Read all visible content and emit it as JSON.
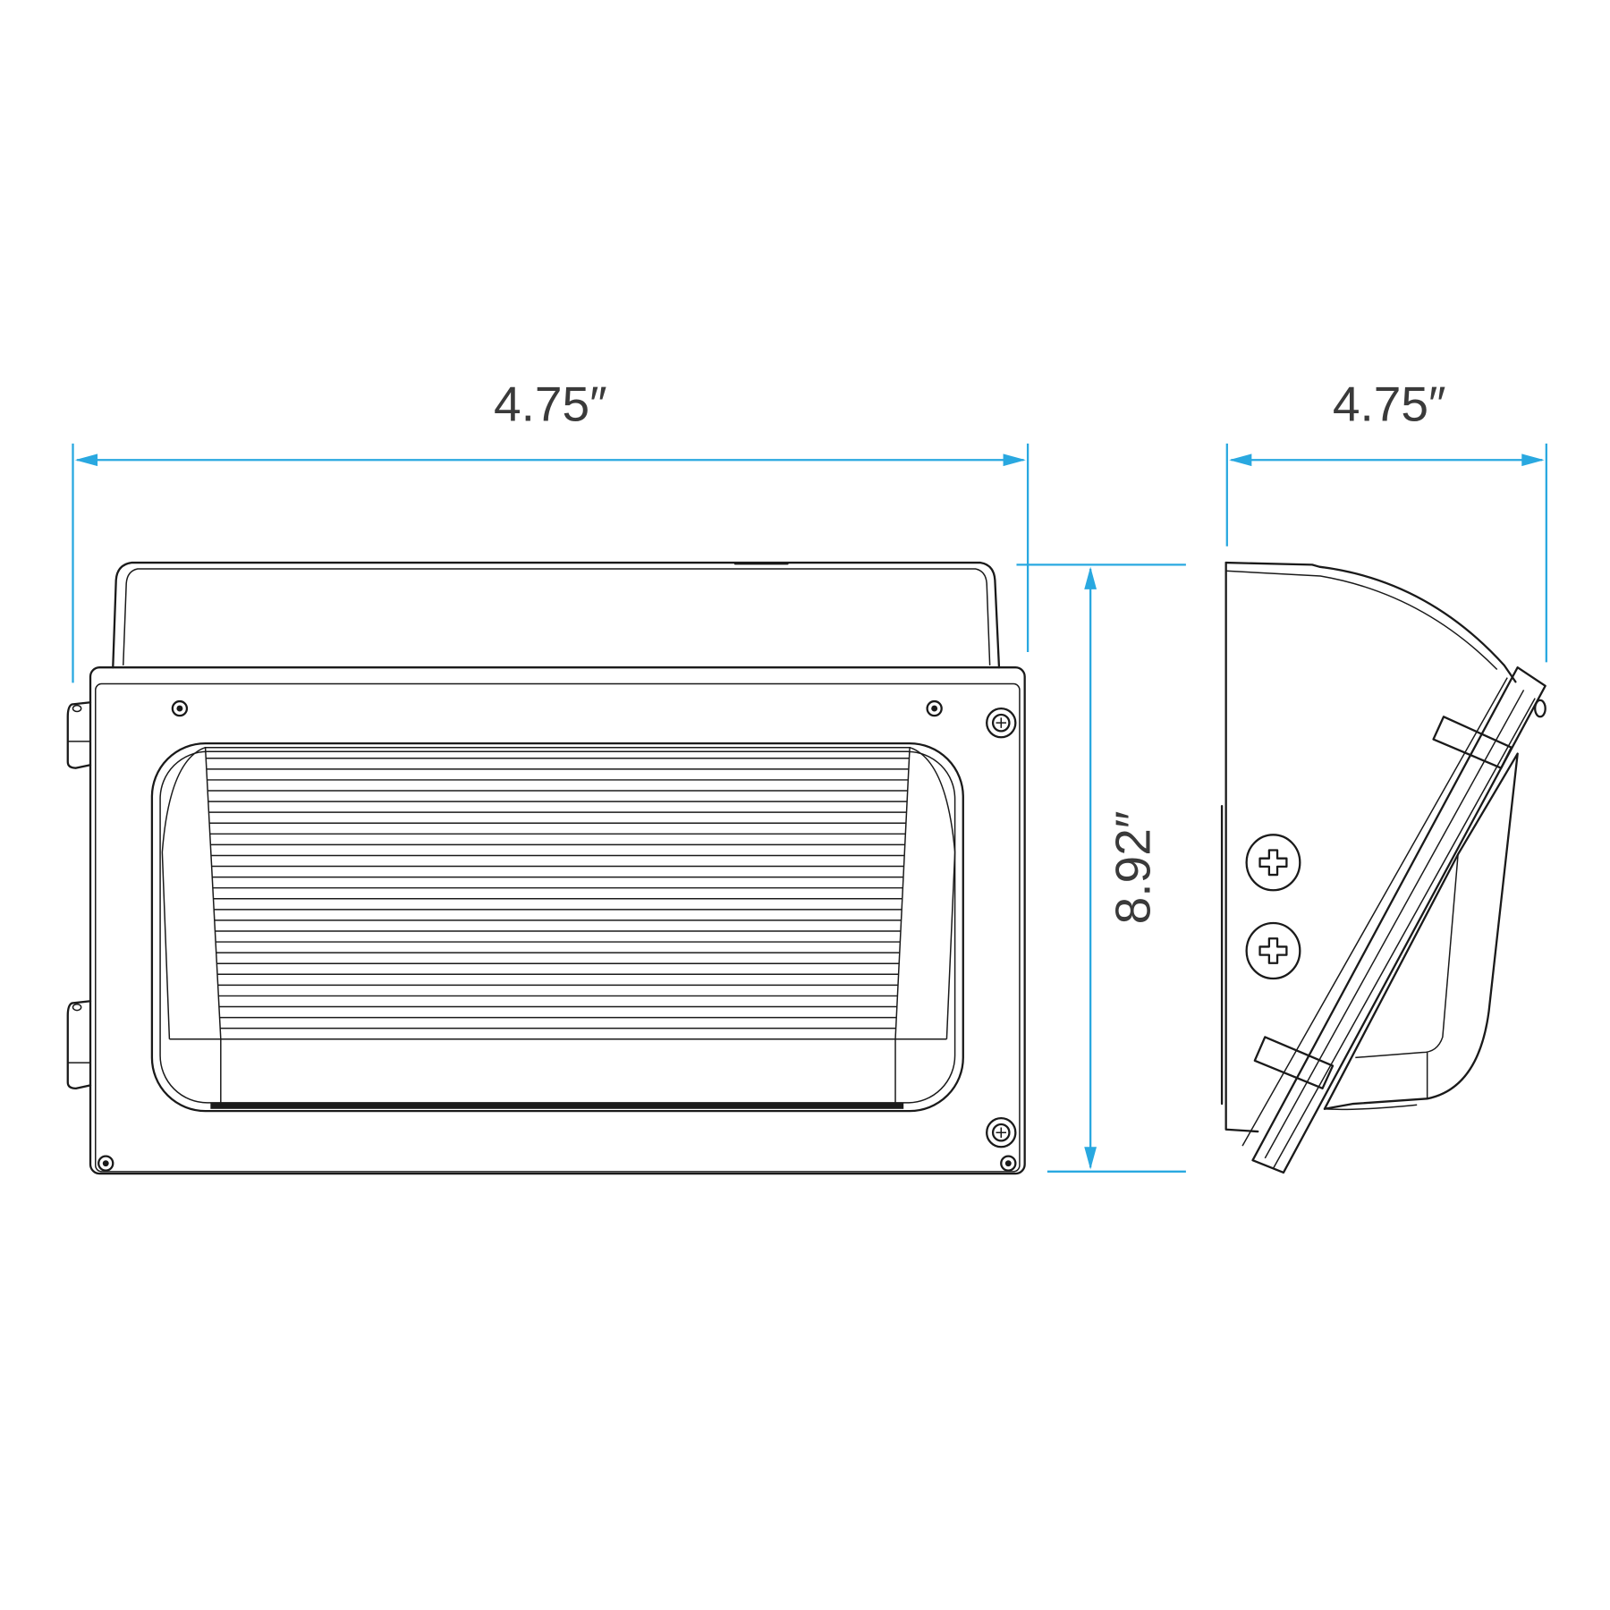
{
  "dimensions": {
    "front_width": "4.75″",
    "side_depth": "4.75″",
    "height": "8.92″"
  },
  "colors": {
    "dimension_line": "#29a8e0",
    "outline": "#1a1a1a",
    "label": "#3a3a3a"
  },
  "louver_count": 26
}
